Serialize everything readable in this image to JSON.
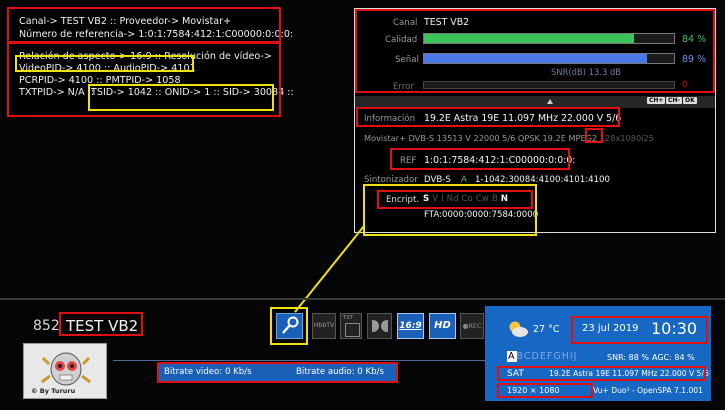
{
  "top_left": {
    "line1": "Canal-> TEST VB2 :: Proveedor-> Movistar+",
    "line2": "Número de referencia-> 1:0:1:7584:412:1:C00000:0:0:0:",
    "line3": "Relación de aspecto-> 16:9 :: Resolución de vídeo->",
    "line4": "VideoPID-> 4100 :: AudioPID-> 4101",
    "line5": "PCRPID-> 4100 :: PMTPID-> 1058",
    "line6_prefix": "TXTPID-> N/A ::",
    "line6_ids": "TSID-> 1042 :: ONID-> 1 :: SID-> 30084 ::"
  },
  "panel": {
    "canal_label": "Canal",
    "canal_value": "TEST VB2",
    "calidad_label": "Calidad",
    "calidad_pct": "84 %",
    "calidad_value": 0.84,
    "senal_label": "Señal",
    "senal_pct": "89 %",
    "senal_value": 0.89,
    "snr": "SNR(dB) 13.3 dB",
    "error_label": "Error",
    "error_value": "0",
    "ch_buttons": [
      "CH+",
      "CH-",
      "OK"
    ],
    "info_label": "Información",
    "info_value": "19.2E Astra 19E 11.097 MHz 22.000 V 5/6",
    "provider_line_a": "Movistar+ DVB-S 13513 V 22000 5/6 QPSK 19.2",
    "provider_line_b": "E MPEG2 1",
    "provider_line_c": "28x1080i25",
    "ref_label": "REF",
    "ref_value": "1:0:1:7584:412:1:C00000:0:0:0:",
    "tuner_label": "Sintonizador",
    "tuner_type": "DVB-S",
    "tuner_slot": "A",
    "tuner_value": "1-1042:30084:4100:4101:4100",
    "encript_label": "Encript.",
    "encript_systems": [
      {
        "t": "S",
        "on": true
      },
      {
        "t": "V",
        "on": false
      },
      {
        "t": "I",
        "on": false
      },
      {
        "t": "Nd",
        "on": false
      },
      {
        "t": "Co",
        "on": false
      },
      {
        "t": "Cw",
        "on": false
      },
      {
        "t": "B",
        "on": false
      },
      {
        "t": "N",
        "on": true
      }
    ],
    "fta_value": "FTA:0000:0000:7584:0000"
  },
  "infobar": {
    "channel_number": "852",
    "channel_name": "TEST VB2",
    "picon_credit": "© By Tururu",
    "icons": {
      "hbbtv": "HbbTV",
      "txt": "TXT",
      "aspect": "16:9",
      "hd": "HD",
      "rec": "●REC"
    },
    "bitrate_video": "Bitrate video:  0 Kb/s",
    "bitrate_audio": "Bitrate audio:  0 Kb/s"
  },
  "weather_panel": {
    "temperature": "27 °C",
    "date": "23 jul 2019",
    "time": "10:30",
    "cas_letters": [
      "A",
      "B",
      "C",
      "D",
      "E",
      "F",
      "G",
      "H",
      "I",
      "J"
    ],
    "snr": "SNR:  88 %",
    "agc": "AGC:  84 %",
    "sat_label": "SAT",
    "sat_value": "19.2E Astra 19E 11.097 MHz 22.000 V 5/6",
    "resolution": "1920 × 1080",
    "box_info": "Vu+ Duo² - OpenSPA 7.1.001"
  },
  "colors": {
    "annotation_red": "#e01010",
    "annotation_yellow": "#f0e010",
    "quality_green": "#3ec35a",
    "signal_blue": "#4a78e6",
    "infobar_blue": "#1767c4"
  }
}
